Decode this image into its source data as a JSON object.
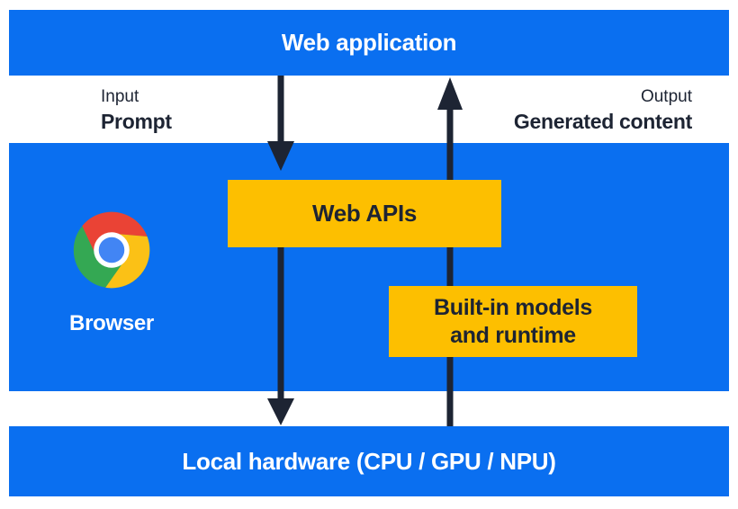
{
  "bars": {
    "web_application": "Web application",
    "local_hardware": "Local hardware (CPU / GPU / NPU)"
  },
  "flow": {
    "input_label": "Input",
    "input_value": "Prompt",
    "output_label": "Output",
    "output_value": "Generated content"
  },
  "browser": {
    "label": "Browser",
    "icon": "chrome-logo-icon"
  },
  "boxes": {
    "web_apis": "Web APIs",
    "builtin_line1": "Built-in models",
    "builtin_line2": "and runtime"
  },
  "colors": {
    "panel_blue": "#0a6ff0",
    "box_yellow": "#fdbf00",
    "text_navy": "#1d2433",
    "text_white": "#ffffff",
    "arrow_dark": "#1d2433",
    "chrome_red": "#ea4335",
    "chrome_green": "#34a853",
    "chrome_yellow": "#fbc116",
    "chrome_blue": "#4285f4"
  }
}
